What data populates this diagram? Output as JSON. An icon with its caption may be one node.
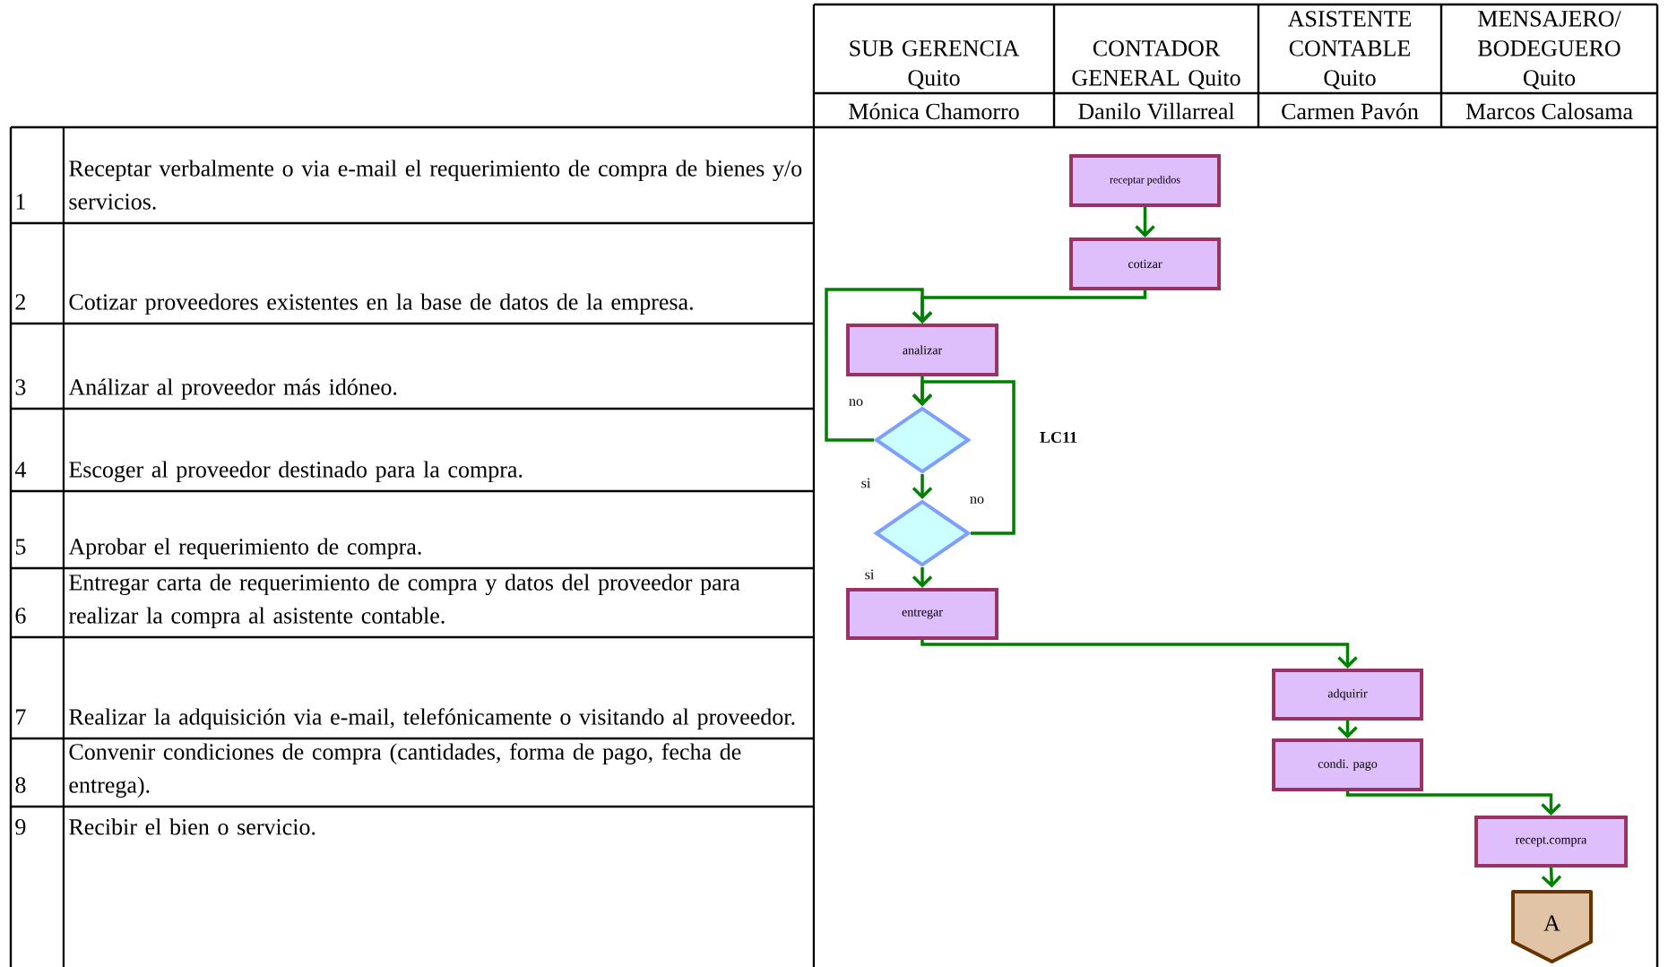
{
  "diagram": {
    "nodes": [
      {
        "text": [
          "receptar pedidos"
        ]
      },
      {
        "text": [
          "cotizar"
        ]
      },
      {
        "text": [
          "analizar"
        ]
      },
      {
        "text": [],
        "shape": "diamond"
      },
      {
        "text": [],
        "shape": "diamond"
      },
      {
        "text": [
          "entregar"
        ]
      },
      {
        "text": [
          "adquirir"
        ]
      },
      {
        "text": [
          "condi. pago"
        ]
      },
      {
        "text": [
          "recept.compra"
        ]
      },
      {
        "text": [
          "A"
        ]
      }
    ],
    "edges": [
      {
        "from": 0,
        "to": 1,
        "arrow": "to"
      },
      {
        "from": 1,
        "to": 2,
        "arrow": "to"
      },
      {
        "from": 2,
        "to": 3,
        "arrow": "to"
      },
      {
        "from": 3,
        "to": 2,
        "arrow": "to",
        "label": "no"
      },
      {
        "from": 3,
        "to": 4,
        "arrow": "to",
        "label": "si"
      },
      {
        "from": 4,
        "to": 3,
        "arrow": "to",
        "label": "no"
      },
      {
        "from": 4,
        "to": 5,
        "arrow": "to",
        "label": "si"
      },
      {
        "from": 5,
        "to": 6,
        "arrow": "to"
      },
      {
        "from": 6,
        "to": 7,
        "arrow": "to"
      },
      {
        "from": 7,
        "to": 8,
        "arrow": "to"
      },
      {
        "from": 8,
        "to": 9,
        "arrow": "to"
      }
    ],
    "labels": [
      "SUB GERENCIA Quito",
      "CONTADOR GENERAL Quito",
      "ASISTENTE CONTABLE Quito",
      "MENSAJERO/ BODEGUERO Quito",
      "Mónica Chamorro",
      "Danilo Villarreal",
      "Carmen Pavón",
      "Marcos Calosama",
      "1",
      "Receptar verbalmente o via e-mail el requerimiento de compra de bienes y/o servicios.",
      "2",
      "Cotizar proveedores existentes en la base de datos de la empresa.",
      "3",
      "Análizar al proveedor más idóneo.",
      "4",
      "Escoger al proveedor destinado para la compra.",
      "5",
      "Aprobar el requerimiento de compra.",
      "6",
      "Entregar carta de requerimiento de compra y datos del proveedor para realizar la compra al asistente contable.",
      "7",
      "Realizar la adquisición via e-mail, telefónicamente o visitando al proveedor.",
      "8",
      "Convenir condiciones de compra (cantidades, forma de pago, fecha de entrega).",
      "9",
      "Recibir el bien o servicio.",
      "LC11"
    ]
  }
}
